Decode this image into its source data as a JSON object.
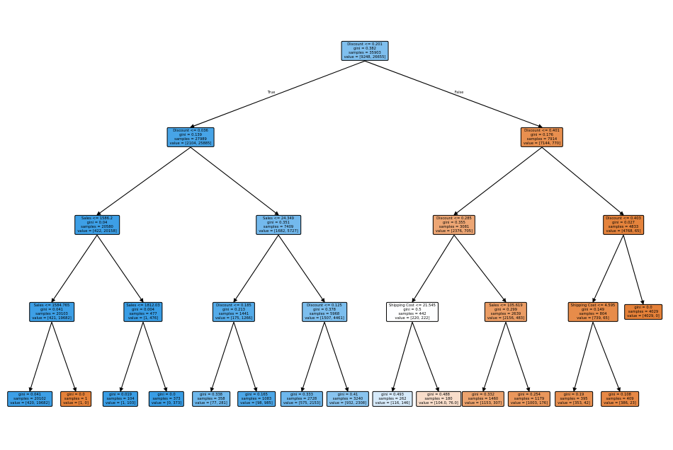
{
  "tree": {
    "edge_labels": {
      "true_label": "True",
      "false_label": "False"
    },
    "nodes": [
      {
        "id": "n0",
        "lines": [
          "Discount <= 0.201",
          "gini = 0.382",
          "samples = 35903",
          "value = [9248, 26655]"
        ],
        "color": "#7fbfee",
        "parent": null
      },
      {
        "id": "n1",
        "lines": [
          "Discount <= 0.036",
          "gini = 0.139",
          "samples = 27989",
          "value = [2104, 25885]"
        ],
        "color": "#47a4e7",
        "parent": "n0"
      },
      {
        "id": "n2",
        "lines": [
          "Discount <= 0.401",
          "gini = 0.176",
          "samples = 7914",
          "value = [7144, 770]"
        ],
        "color": "#e88f4f",
        "parent": "n0"
      },
      {
        "id": "n3",
        "lines": [
          "Sales <= 1586.2",
          "gini = 0.04",
          "samples = 20580",
          "value = [422, 20158]"
        ],
        "color": "#3d9fe6",
        "parent": "n1"
      },
      {
        "id": "n4",
        "lines": [
          "Sales <= 24.349",
          "gini = 0.351",
          "samples = 7409",
          "value = [1682, 5727]"
        ],
        "color": "#73b9ed",
        "parent": "n1"
      },
      {
        "id": "n5",
        "lines": [
          "Discount <= 0.285",
          "gini = 0.355",
          "samples = 3081",
          "value = [2376, 705]"
        ],
        "color": "#eda674",
        "parent": "n2"
      },
      {
        "id": "n6",
        "lines": [
          "Discount <= 0.403",
          "gini = 0.027",
          "samples = 4833",
          "value = [4768, 65]"
        ],
        "color": "#e5833c",
        "parent": "n2"
      },
      {
        "id": "n7",
        "lines": [
          "Sales <= 1584.765",
          "gini = 0.041",
          "samples = 20103",
          "value = [421, 19682]"
        ],
        "color": "#3d9fe6",
        "parent": "n3"
      },
      {
        "id": "n8",
        "lines": [
          "Sales <= 1812.03",
          "gini = 0.004",
          "samples = 477",
          "value = [1, 476]"
        ],
        "color": "#399de5",
        "parent": "n3"
      },
      {
        "id": "n9",
        "lines": [
          "Discount <= 0.185",
          "gini = 0.213",
          "samples = 1441",
          "value = [175, 1266]"
        ],
        "color": "#54abe9",
        "parent": "n4"
      },
      {
        "id": "n10",
        "lines": [
          "Discount <= 0.125",
          "gini = 0.378",
          "samples = 5968",
          "value = [1507, 4461]"
        ],
        "color": "#7cbeee",
        "parent": "n4"
      },
      {
        "id": "n11",
        "lines": [
          "Shipping Cost <= 21.545",
          "gini = 0.5",
          "samples = 442",
          "value = [220, 222]"
        ],
        "color": "#fdfeff",
        "parent": "n5"
      },
      {
        "id": "n12",
        "lines": [
          "Sales <= 105.619",
          "gini = 0.299",
          "samples = 2639",
          "value = [2156, 483]"
        ],
        "color": "#eb9d65",
        "parent": "n5"
      },
      {
        "id": "n13",
        "lines": [
          "Shipping Cost <= 4.595",
          "gini = 0.149",
          "samples = 804",
          "value = [739, 65]"
        ],
        "color": "#e78c4a",
        "parent": "n6"
      },
      {
        "id": "n14",
        "lines": [
          "gini = 0.0",
          "samples = 4029",
          "value = [4029, 0]"
        ],
        "color": "#e58139",
        "parent": "n6"
      },
      {
        "id": "n15",
        "lines": [
          "gini = 0.041",
          "samples = 20102",
          "value = [420, 19682]"
        ],
        "color": "#3d9fe6",
        "parent": "n7"
      },
      {
        "id": "n16",
        "lines": [
          "gini = 0.0",
          "samples = 1",
          "value = [1, 0]"
        ],
        "color": "#e58139",
        "parent": "n7"
      },
      {
        "id": "n17",
        "lines": [
          "gini = 0.019",
          "samples = 104",
          "value = [1, 103]"
        ],
        "color": "#3b9ee5",
        "parent": "n8"
      },
      {
        "id": "n18",
        "lines": [
          "gini = 0.0",
          "samples = 373",
          "value = [0, 373]"
        ],
        "color": "#399de5",
        "parent": "n8"
      },
      {
        "id": "n19",
        "lines": [
          "gini = 0.338",
          "samples = 358",
          "value = [77, 281]"
        ],
        "color": "#6fb8ec",
        "parent": "n9"
      },
      {
        "id": "n20",
        "lines": [
          "gini = 0.165",
          "samples = 1083",
          "value = [98, 985]"
        ],
        "color": "#4da7e8",
        "parent": "n9"
      },
      {
        "id": "n21",
        "lines": [
          "gini = 0.333",
          "samples = 2728",
          "value = [575, 2153]"
        ],
        "color": "#6eb7ec",
        "parent": "n10"
      },
      {
        "id": "n22",
        "lines": [
          "gini = 0.41",
          "samples = 3240",
          "value = [932, 2308]"
        ],
        "color": "#89c4ef",
        "parent": "n10"
      },
      {
        "id": "n23",
        "lines": [
          "gini = 0.493",
          "samples = 262",
          "value = [116, 146]"
        ],
        "color": "#d6eafa",
        "parent": "n11"
      },
      {
        "id": "n24",
        "lines": [
          "gini = 0.488",
          "samples = 180",
          "value = [104.0, 76.0]"
        ],
        "color": "#f8ddca",
        "parent": "n11"
      },
      {
        "id": "n25",
        "lines": [
          "gini = 0.332",
          "samples = 1460",
          "value = [1153, 307]"
        ],
        "color": "#eca36e",
        "parent": "n12"
      },
      {
        "id": "n26",
        "lines": [
          "gini = 0.254",
          "samples = 1179",
          "value = [1003, 176]"
        ],
        "color": "#ea975c",
        "parent": "n12"
      },
      {
        "id": "n27",
        "lines": [
          "gini = 0.19",
          "samples = 395",
          "value = [353, 42]"
        ],
        "color": "#e89051",
        "parent": "n13"
      },
      {
        "id": "n28",
        "lines": [
          "gini = 0.108",
          "samples = 409",
          "value = [386, 23]"
        ],
        "color": "#e78845",
        "parent": "n13"
      }
    ]
  }
}
